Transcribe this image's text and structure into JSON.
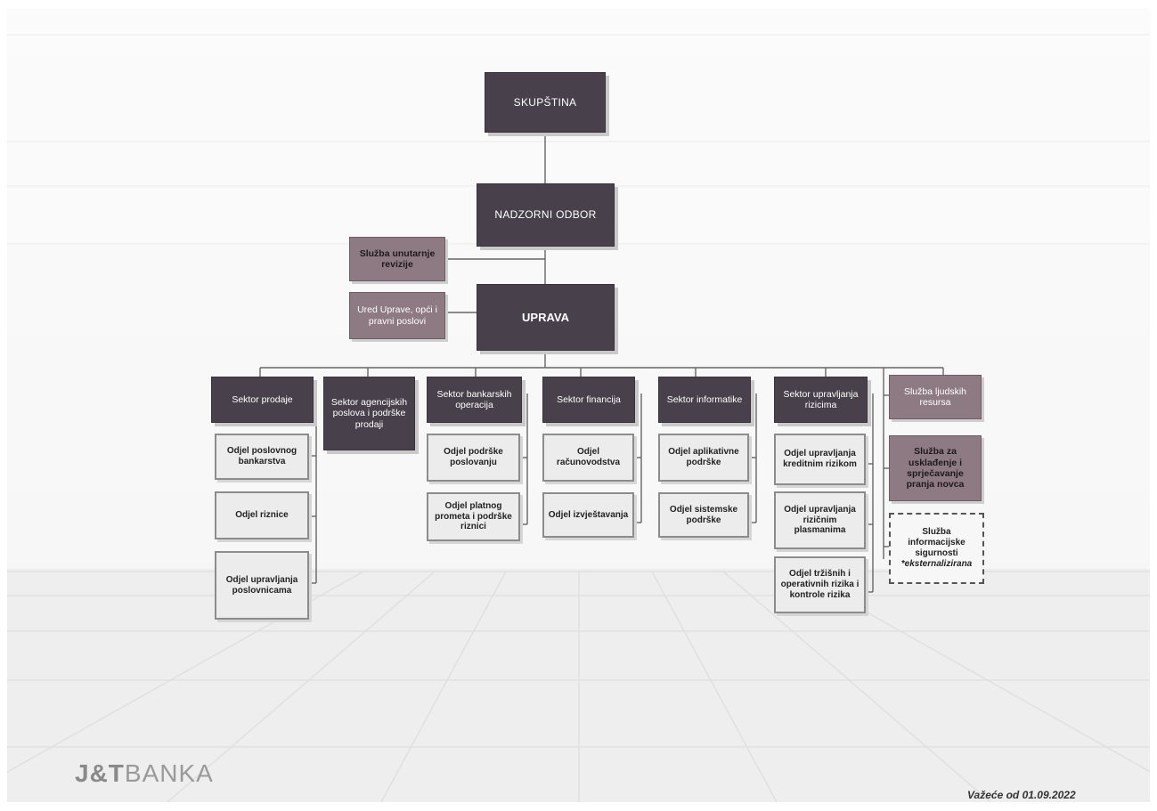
{
  "chart": {
    "skupstina": "SKUPŠTINA",
    "nadzorni_odbor": "NADZORNI ODBOR",
    "uprava": "UPRAVA",
    "sluzba_revizije": "Služba unutarnje revizije",
    "ured_uprave": "Ured Uprave, opći i pravni poslovi",
    "sectors": [
      {
        "label": "Sektor prodaje",
        "departments": [
          "Odjel poslovnog bankarstva",
          "Odjel riznice",
          "Odjel upravljanja poslovnicama"
        ]
      },
      {
        "label": "Sektor agencijskih poslova i podrške prodaji",
        "departments": []
      },
      {
        "label": "Sektor bankarskih operacija",
        "departments": [
          "Odjel podrške poslovanju",
          "Odjel platnog prometa i podrške riznici"
        ]
      },
      {
        "label": "Sektor financija",
        "departments": [
          "Odjel računovodstva",
          "Odjel izvještavanja"
        ]
      },
      {
        "label": "Sektor informatike",
        "departments": [
          "Odjel aplikativne podrške",
          "Odjel sistemske podrške"
        ]
      },
      {
        "label": "Sektor upravljanja rizicima",
        "departments": [
          "Odjel upravljanja kreditnim rizikom",
          "Odjel upravljanja rizičnim plasmanima",
          "Odjel tržišnih i operativnih rizika i kontrole rizika"
        ]
      }
    ],
    "services": [
      "Služba ljudskih resursa",
      "Služba za usklađenje i sprječavanje pranja novca"
    ],
    "service_external": {
      "line1": "Služba informacijske sigurnosti",
      "line2": "*eksternalizirana"
    }
  },
  "footer": {
    "logo_brand": "J&T",
    "logo_rest": "BANKA",
    "validity": "Važeće od 01.09.2022"
  }
}
